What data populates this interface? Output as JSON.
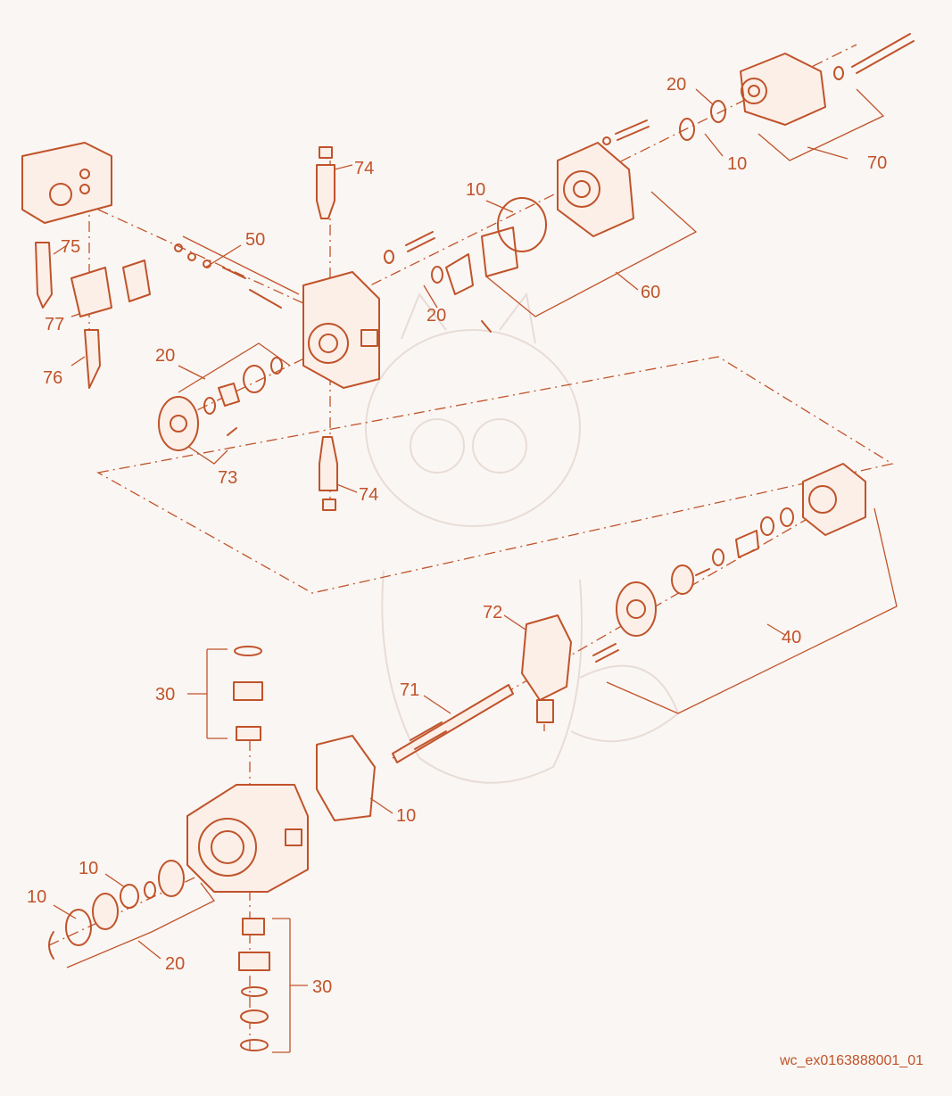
{
  "diagram": {
    "reference_code": "wc_ex0163888001_01",
    "accent_color": "#c0532a",
    "labels": {
      "l70": "70",
      "l20a": "20",
      "l10a": "10",
      "l10b": "10",
      "l60": "60",
      "l74a": "74",
      "l50": "50",
      "l75": "75",
      "l77": "77",
      "l76": "76",
      "l20b": "20",
      "l20c": "20",
      "l73": "73",
      "l74b": "74",
      "l40": "40",
      "l72": "72",
      "l30a": "30",
      "l71": "71",
      "l10c": "10",
      "l10d": "10",
      "l10e": "10",
      "l20d": "20",
      "l30b": "30"
    }
  }
}
